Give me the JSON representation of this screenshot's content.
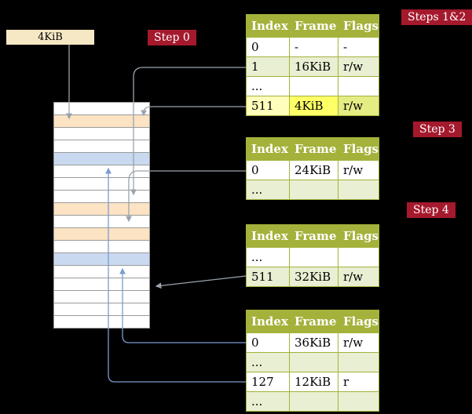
{
  "colors": {
    "background": "#000000",
    "box_bg": "#f7e8c5",
    "step_label_bg": "#a5192d",
    "step_label_text": "#ffffff",
    "table_header_bg": "#a4b23b",
    "table_border": "#a4b23b",
    "row_alt_green": "#e9efd2",
    "highlight_yellow": "#ffff66",
    "stack_peach": "#fbe3c3",
    "stack_blue": "#c9d9ef",
    "stack_white": "#ffffff",
    "arrow_gray": "#9aa3ad",
    "arrow_blue": "#7d9bd1"
  },
  "labels": {
    "root_pointer": "4KiB",
    "step0": "Step 0",
    "steps12": "Steps 1&2",
    "step3": "Step 3",
    "step4": "Step 4"
  },
  "columns": [
    "Index",
    "Frame",
    "Flags"
  ],
  "tables": [
    {
      "name": "page-table-steps-1-2",
      "rows": [
        {
          "cells": [
            "0",
            "-",
            "-"
          ]
        },
        {
          "cells": [
            "1",
            "16KiB",
            "r/w"
          ]
        },
        {
          "cells": [
            "...",
            "",
            ""
          ]
        },
        {
          "cells": [
            "511",
            "4KiB",
            "r/w"
          ],
          "highlight": "yellow"
        }
      ]
    },
    {
      "name": "page-table-step-3",
      "rows": [
        {
          "cells": [
            "0",
            "24KiB",
            "r/w"
          ]
        },
        {
          "cells": [
            "...",
            "",
            ""
          ]
        }
      ]
    },
    {
      "name": "page-table-step-4",
      "rows": [
        {
          "cells": [
            "...",
            "",
            ""
          ]
        },
        {
          "cells": [
            "511",
            "32KiB",
            "r/w"
          ]
        }
      ]
    },
    {
      "name": "page-table-leaf",
      "rows": [
        {
          "cells": [
            "0",
            "36KiB",
            "r/w"
          ]
        },
        {
          "cells": [
            "...",
            "",
            ""
          ]
        },
        {
          "cells": [
            "127",
            "12KiB",
            "r"
          ]
        },
        {
          "cells": [
            "...",
            "",
            ""
          ]
        }
      ]
    }
  ],
  "memory_stack": {
    "rows": [
      "white",
      "peach",
      "white",
      "white",
      "blue",
      "white",
      "white",
      "white",
      "peach",
      "white",
      "peach",
      "white",
      "blue",
      "white",
      "white",
      "white",
      "white",
      "white"
    ]
  }
}
